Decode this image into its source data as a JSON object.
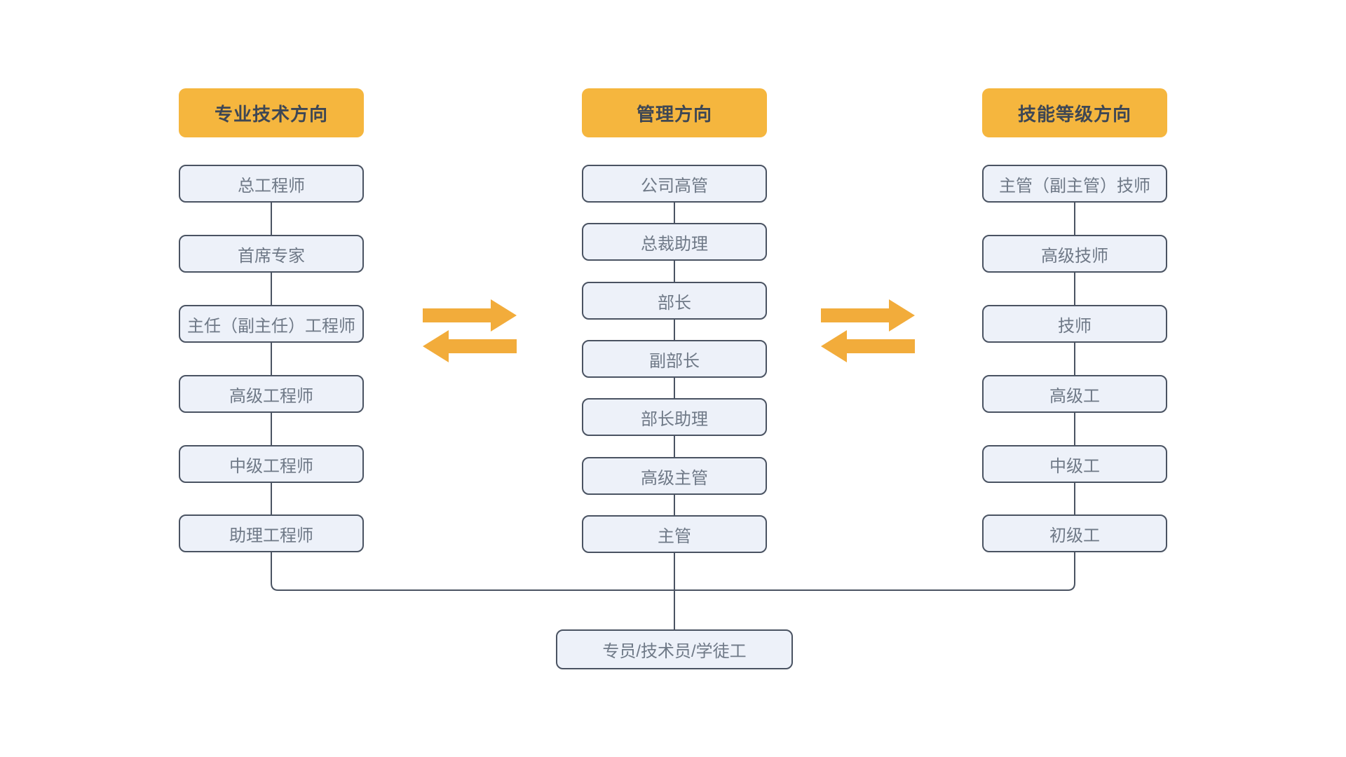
{
  "columns": [
    {
      "header": "专业技术方向",
      "items": [
        "总工程师",
        "首席专家",
        "主任（副主任）工程师",
        "高级工程师",
        "中级工程师",
        "助理工程师"
      ]
    },
    {
      "header": "管理方向",
      "items": [
        "公司高管",
        "总裁助理",
        "部长",
        "副部长",
        "部长助理",
        "高级主管",
        "主管"
      ]
    },
    {
      "header": "技能等级方向",
      "items": [
        "主管（副主管）技师",
        "高级技师",
        "技师",
        "高级工",
        "中级工",
        "初级工"
      ]
    }
  ],
  "base_box": {
    "label": "专员/技术员/学徒工"
  },
  "icons": [
    {
      "name": "swap-arrows-icon",
      "meaning": "two-way transfer between adjacent career tracks"
    }
  ],
  "colors": {
    "header_bg": "#F5B63E",
    "header_text": "#3E4754",
    "box_bg": "#EDF1F9",
    "box_border": "#4A5362",
    "box_text": "#6F7987",
    "connector": "#4A5362",
    "arrow": "#F2AC3B"
  }
}
